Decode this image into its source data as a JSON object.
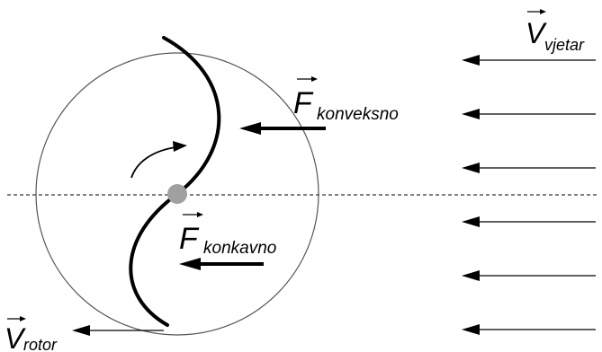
{
  "labels": {
    "v_wind": {
      "symbol": "V",
      "subscript": "vjetar"
    },
    "f_convex": {
      "symbol": "F",
      "subscript": "konveksno"
    },
    "f_concave": {
      "symbol": "F",
      "subscript": "konkavno"
    },
    "v_rotor": {
      "symbol": "V",
      "subscript": "rotor"
    }
  },
  "colors": {
    "stroke": "#000000",
    "hub": "#a0a0a0",
    "circle": "#555555"
  }
}
